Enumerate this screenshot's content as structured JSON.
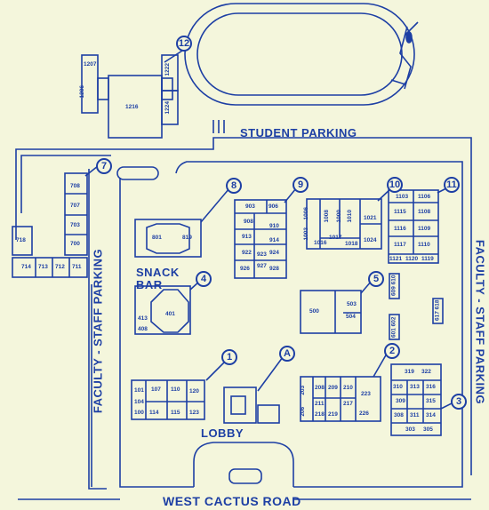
{
  "roads": {
    "student_parking": "STUDENT PARKING",
    "faculty_left": "FACULTY - STAFF PARKING",
    "faculty_right": "FACULTY - STAFF PARKING",
    "west_cactus": "WEST CACTUS ROAD",
    "snack_bar": "SNACK BAR",
    "lobby": "LOBBY"
  },
  "markers": [
    "12",
    "7",
    "8",
    "9",
    "10",
    "11",
    "4",
    "5",
    "1",
    "A",
    "2",
    "3"
  ],
  "rooms": {
    "b12": [
      "1207",
      "1206",
      "1216",
      "1222",
      "1224"
    ],
    "b7": [
      "708",
      "707",
      "703",
      "700",
      "718",
      "714",
      "713",
      "712",
      "711"
    ],
    "b8": [
      "801",
      "819"
    ],
    "b9": [
      "903",
      "906",
      "908",
      "910",
      "913",
      "914",
      "922",
      "923",
      "924",
      "926",
      "927",
      "928"
    ],
    "b10": [
      "1006",
      "1003",
      "1008",
      "1000",
      "1010",
      "1016",
      "1017",
      "1018",
      "1021",
      "1024"
    ],
    "b11": [
      "1103",
      "1106",
      "1115",
      "1108",
      "1116",
      "1109",
      "1117",
      "1110",
      "1121",
      "1120",
      "1119"
    ],
    "b4": [
      "401",
      "413",
      "408"
    ],
    "b5": [
      "500",
      "503",
      "504"
    ],
    "b1": [
      "101",
      "107",
      "110",
      "120",
      "104",
      "114",
      "115",
      "123",
      "100"
    ],
    "b2": [
      "208",
      "209",
      "210",
      "223",
      "203",
      "211",
      "217",
      "218",
      "219",
      "226",
      "206"
    ],
    "b3": [
      "319",
      "322",
      "310",
      "313",
      "316",
      "309",
      "315",
      "308",
      "311",
      "314",
      "303",
      "305"
    ],
    "portables": [
      "609 610",
      "601 602",
      "617 618"
    ]
  }
}
